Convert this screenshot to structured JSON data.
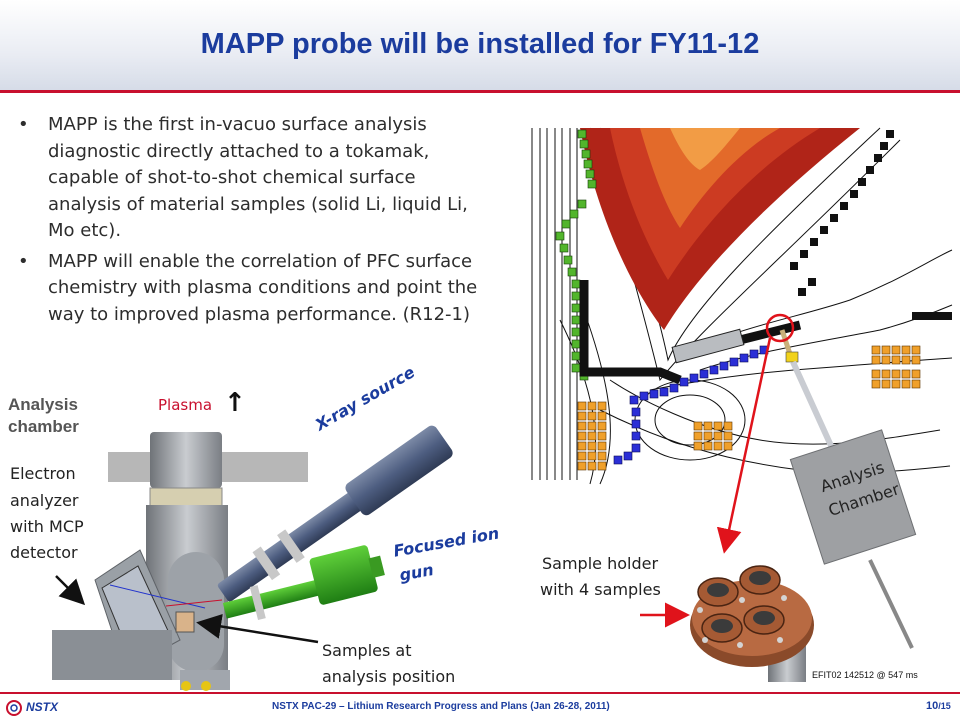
{
  "title": "MAPP probe will be installed for FY11-12",
  "bullets": [
    {
      "symbol": "•",
      "text": "MAPP is the first in-vacuo surface analysis diagnostic directly attached to a tokamak, capable of shot-to-shot chemical surface analysis of  material samples (solid Li, liquid Li, Mo etc)."
    },
    {
      "symbol": "•",
      "text": "MAPP will enable the correlation of PFC surface chemistry with plasma conditions and point the way to improved plasma performance. (R12-1)"
    }
  ],
  "labels": {
    "analysis_chamber_l1": "Analysis",
    "analysis_chamber_l2": "chamber",
    "plasma": "Plasma",
    "arrow_up": "↑",
    "electron_analyzer": [
      "Electron",
      "analyzer",
      "with MCP",
      "detector"
    ],
    "xray_source": "X-ray source",
    "focused_ion_l1": "Focused ion",
    "focused_ion_l2": "gun",
    "samples_at_l1": "Samples at",
    "samples_at_l2": "analysis position",
    "sample_holder_l1": "Sample holder",
    "sample_holder_l2": "with 4 samples",
    "analysis_box_l1": "Analysis",
    "analysis_box_l2": "Chamber",
    "efit": "EFIT02 142512 @ 547 ms"
  },
  "footer": {
    "logo": "NSTX",
    "center": "NSTX PAC-29 – Lithium Research Progress and Plans (Jan 26-28, 2011)",
    "page": "10",
    "total": "/15"
  },
  "colors": {
    "title": "#1b3c9e",
    "accent_red": "#c8102e"
  }
}
